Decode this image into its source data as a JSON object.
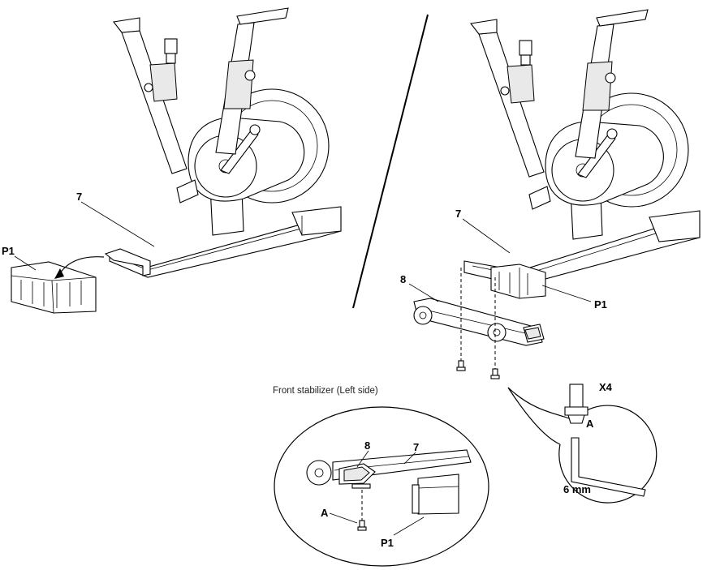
{
  "left_panel": {
    "labels": {
      "frame": "7",
      "cap": "P1"
    }
  },
  "right_panel": {
    "labels": {
      "frame": "7",
      "stabilizer": "8",
      "cap": "P1"
    }
  },
  "detail": {
    "caption": "Front stabilizer (Left side)",
    "labels": {
      "stabilizer": "8",
      "frame": "7",
      "bolt": "A",
      "cap": "P1"
    }
  },
  "hardware": {
    "quantity": "X4",
    "bolt": "A",
    "wrench": "6 mm"
  }
}
